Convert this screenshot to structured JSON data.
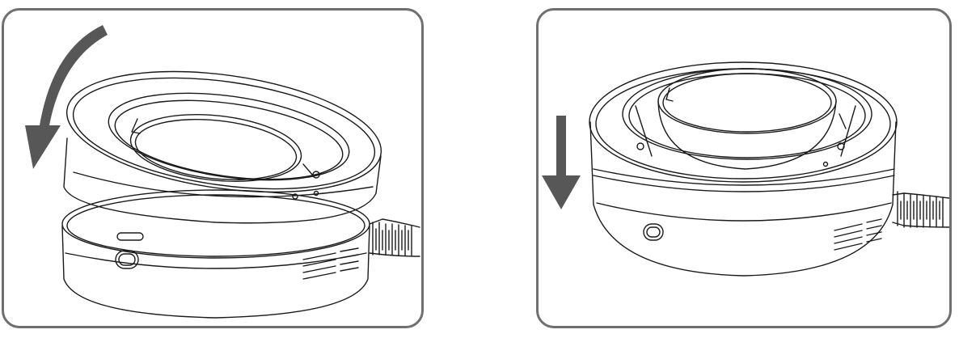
{
  "colors": {
    "frame": "#6f6f6f",
    "line": "#1a1a1a",
    "arrow": "#575757",
    "background": "#ffffff"
  },
  "panels": [
    {
      "id": "twist-step",
      "arrow": "curved-arrow-counterclockwise",
      "lid_state": "rotated"
    },
    {
      "id": "press-step",
      "arrow": "down-arrow",
      "lid_state": "aligned"
    }
  ]
}
